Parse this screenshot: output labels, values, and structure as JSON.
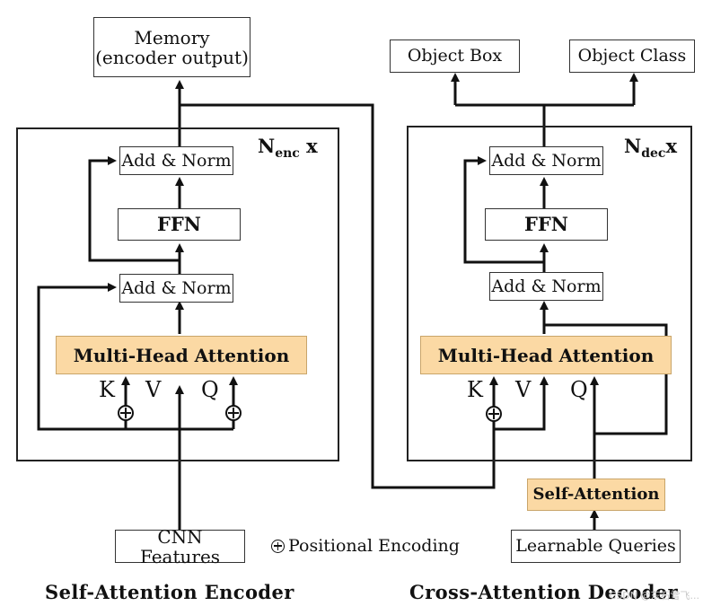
{
  "encoder": {
    "memory_line1": "Memory",
    "memory_line2": "(encoder output)",
    "repeat_label": "N",
    "repeat_sub": "enc",
    "repeat_suffix": " x",
    "add_norm_top": "Add & Norm",
    "ffn": "FFN",
    "add_norm_bottom": "Add & Norm",
    "mha": "Multi-Head Attention",
    "k": "K",
    "v": "V",
    "q": "Q",
    "input": "CNN Features",
    "caption": "Self-Attention Encoder"
  },
  "decoder": {
    "out_box": "Object Box",
    "out_class": "Object Class",
    "repeat_label": "N",
    "repeat_sub": "dec",
    "repeat_suffix": "x",
    "add_norm_top": "Add & Norm",
    "ffn": "FFN",
    "add_norm_bottom": "Add & Norm",
    "mha": "Multi-Head Attention",
    "k": "K",
    "v": "V",
    "q": "Q",
    "self_attention": "Self-Attention",
    "input": "Learnable Queries",
    "caption": "Cross-Attention Decoder"
  },
  "legend": {
    "symbol": "plus-circle",
    "text": "Positional Encoding"
  },
  "watermark": "CSDN @东石雪飞..."
}
